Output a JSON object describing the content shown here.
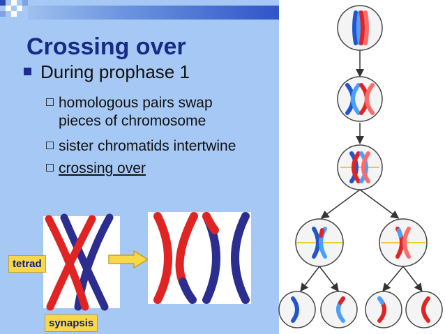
{
  "slide": {
    "title": "Crossing over",
    "bullet": "During prophase 1",
    "sub_bullets": [
      "homologous pairs swap pieces of chromosome",
      "sister chromatids intertwine",
      "crossing over"
    ],
    "sub_line1a": "homologous pairs swap",
    "sub_line1b": "pieces of chromosome"
  },
  "labels": {
    "tetrad": "tetrad",
    "synapsis": "synapsis"
  },
  "colors": {
    "background": "#a6c8f4",
    "title": "#162a86",
    "red_chromosome": "#e02424",
    "blue_chromosome": "#2b2d8f",
    "label_fill": "#f8d84a",
    "arrow_fill": "#f8d84a"
  }
}
